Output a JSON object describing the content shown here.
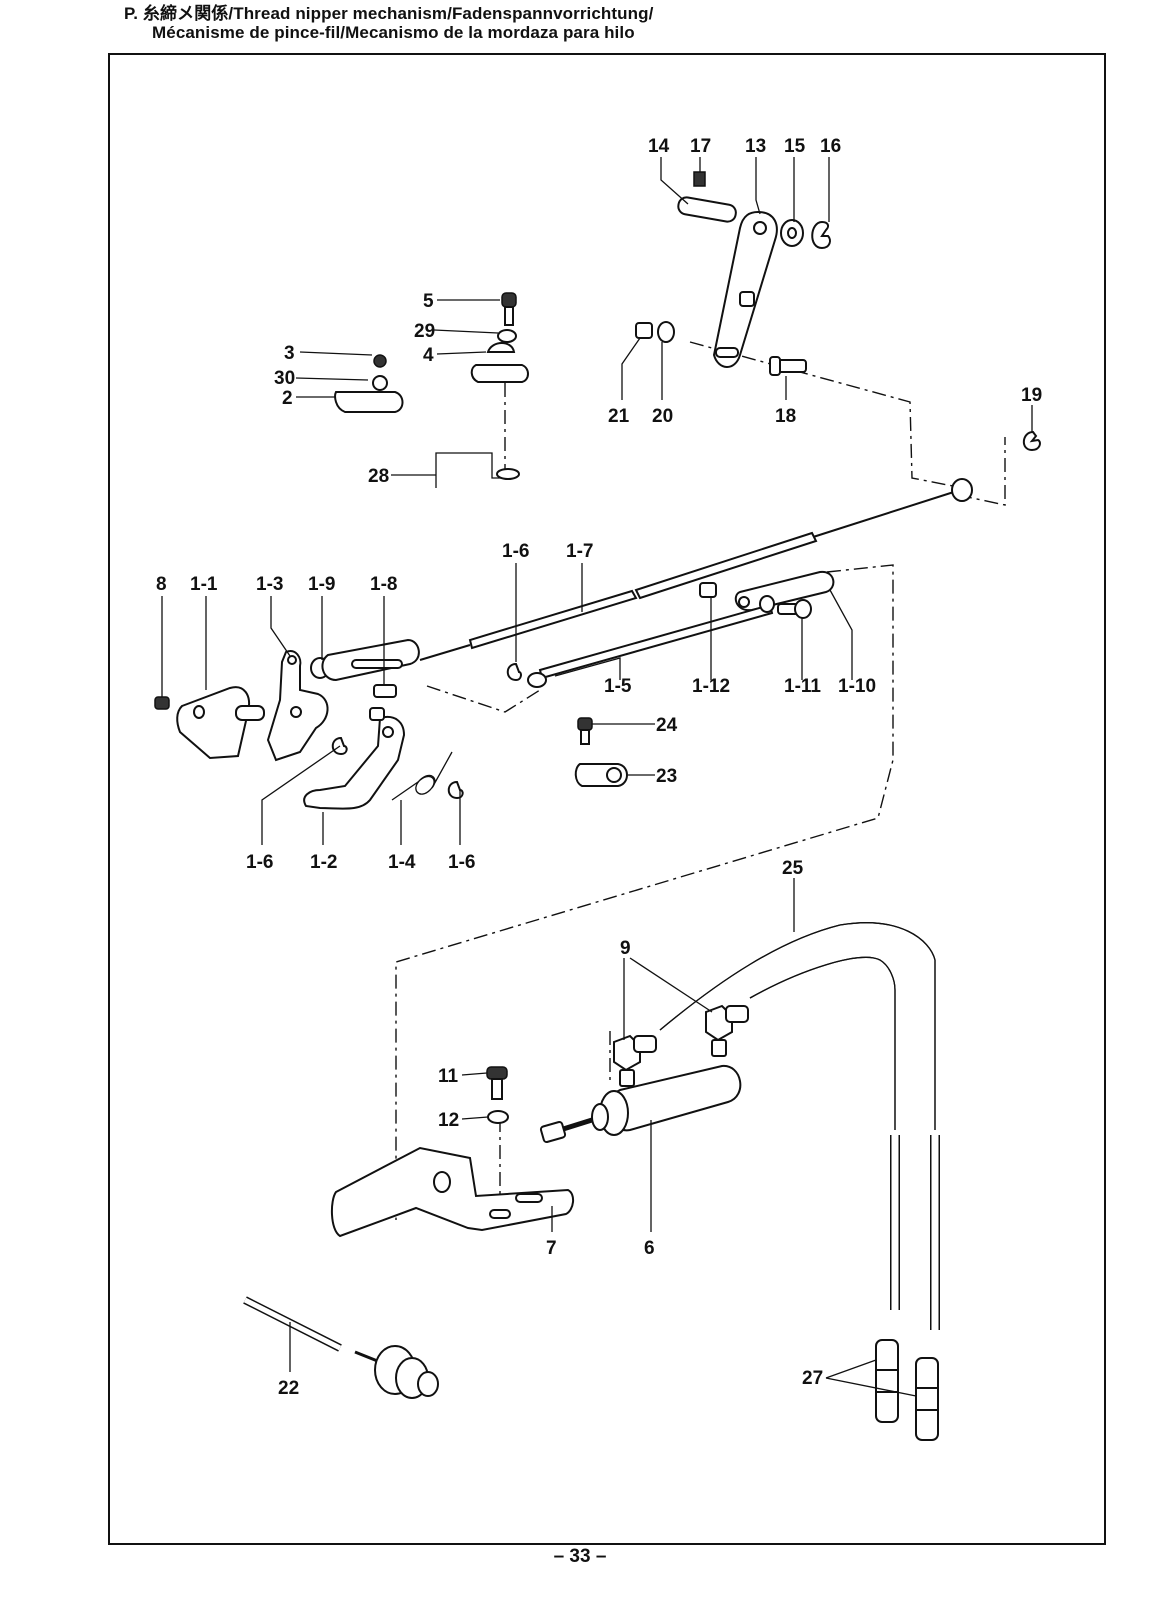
{
  "header": {
    "line1": "P.  糸締メ関係/Thread nipper mechanism/Fadenspannvorrichtung/",
    "line2": "Mécanisme de pince-fil/Mecanismo de la mordaza para hilo"
  },
  "footer": {
    "page_number": "– 33 –"
  },
  "callouts": {
    "c14": "14",
    "c17": "17",
    "c13": "13",
    "c15": "15",
    "c16": "16",
    "c5": "5",
    "c29": "29",
    "c4": "4",
    "c3": "3",
    "c30": "30",
    "c2": "2",
    "c28": "28",
    "c21": "21",
    "c20": "20",
    "c18": "18",
    "c19": "19",
    "c1_6a": "1-6",
    "c1_7": "1-7",
    "c8": "8",
    "c1_1": "1-1",
    "c1_3": "1-3",
    "c1_9": "1-9",
    "c1_8": "1-8",
    "c1_5": "1-5",
    "c1_12": "1-12",
    "c1_11": "1-11",
    "c1_10": "1-10",
    "c24": "24",
    "c23": "23",
    "c1_6b": "1-6",
    "c1_2": "1-2",
    "c1_4": "1-4",
    "c1_6c": "1-6",
    "c25": "25",
    "c9": "9",
    "c11": "11",
    "c12": "12",
    "c7": "7",
    "c6": "6",
    "c22": "22",
    "c27": "27"
  }
}
